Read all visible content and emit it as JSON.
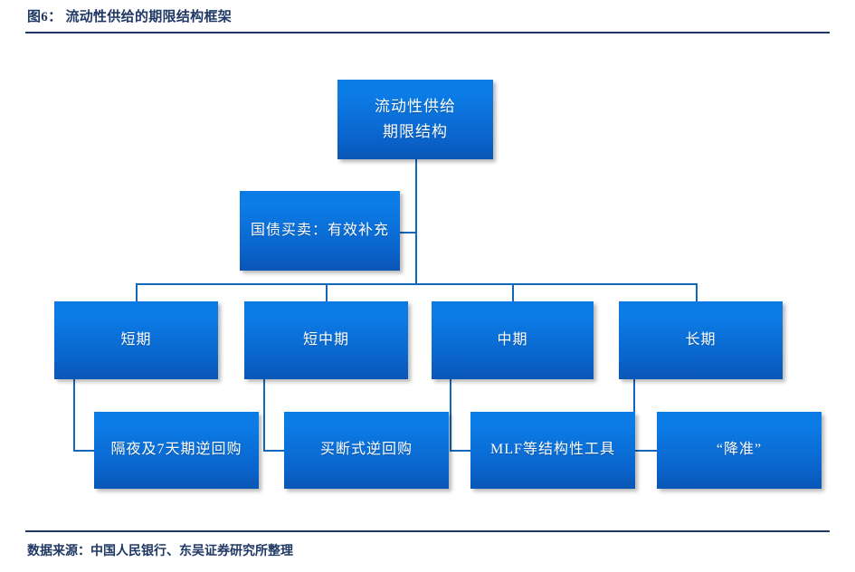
{
  "figure": {
    "title": "图6： 流动性供给的期限结构框架",
    "source": "数据来源：中国人民银行、东吴证券研究所整理"
  },
  "chart_data": {
    "type": "diagram",
    "title": "图6： 流动性供给的期限结构框架",
    "source": "数据来源：中国人民银行、东吴证券研究所整理",
    "orientation": "top-down org chart",
    "levels": 4,
    "nodes": [
      {
        "id": "root",
        "lines": [
          "流动性供给",
          "期限结构"
        ],
        "level": 0
      },
      {
        "id": "bonds",
        "lines": [
          "国债买卖：有效补充"
        ],
        "level": 1
      },
      {
        "id": "short",
        "lines": [
          "短期"
        ],
        "level": 2
      },
      {
        "id": "shortmid",
        "lines": [
          "短中期"
        ],
        "level": 2
      },
      {
        "id": "mid",
        "lines": [
          "中期"
        ],
        "level": 2
      },
      {
        "id": "long",
        "lines": [
          "长期"
        ],
        "level": 2
      },
      {
        "id": "repo7d",
        "lines": [
          "隔夜及7天期逆回购"
        ],
        "level": 3
      },
      {
        "id": "outright",
        "lines": [
          "买断式逆回购"
        ],
        "level": 3
      },
      {
        "id": "mlf",
        "lines": [
          "MLF等结构性工具"
        ],
        "level": 3
      },
      {
        "id": "rrr",
        "lines": [
          "“降准”"
        ],
        "level": 3
      }
    ],
    "edges": [
      {
        "from": "root",
        "to": "short"
      },
      {
        "from": "root",
        "to": "shortmid"
      },
      {
        "from": "root",
        "to": "mid"
      },
      {
        "from": "root",
        "to": "long"
      },
      {
        "from": "root",
        "to": "bonds"
      },
      {
        "from": "short",
        "to": "repo7d"
      },
      {
        "from": "shortmid",
        "to": "outright"
      },
      {
        "from": "mid",
        "to": "mlf"
      },
      {
        "from": "long",
        "to": "rrr"
      }
    ]
  },
  "nodes": {
    "root": {
      "line1": "流动性供给",
      "line2": "期限结构"
    },
    "bonds": {
      "label": "国债买卖：有效补充"
    },
    "short": {
      "label": "短期"
    },
    "shortmid": {
      "label": "短中期"
    },
    "mid": {
      "label": "中期"
    },
    "long": {
      "label": "长期"
    },
    "repo7d": {
      "label": "隔夜及7天期逆回购"
    },
    "outright": {
      "label": "买断式逆回购"
    },
    "mlf": {
      "label": "MLF等结构性工具"
    },
    "rrr": {
      "label": "“降准”"
    }
  },
  "colors": {
    "node_fill_top": "#0a7ae4",
    "node_fill_bottom": "#0a56b6",
    "node_text": "#ffffff",
    "connector": "#1268bd",
    "rule": "#1f3864",
    "title_text": "#1f3864",
    "background": "#ffffff"
  }
}
